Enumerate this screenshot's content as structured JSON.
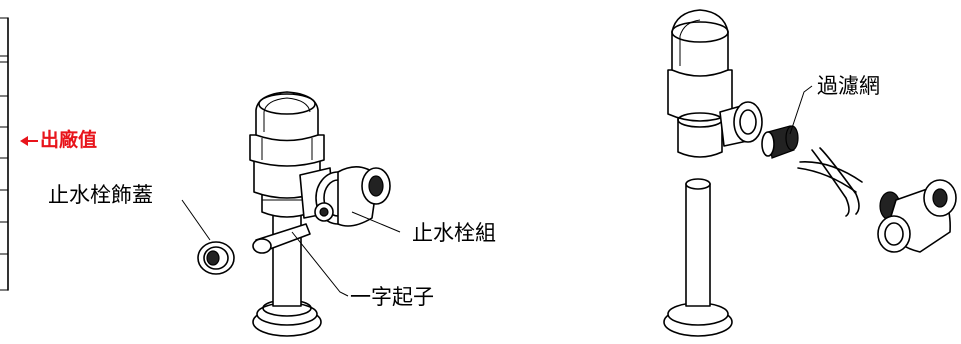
{
  "labels": {
    "factory_value": "出廠值",
    "valve_cover": "止水栓飾蓋",
    "valve_assembly": "止水栓組",
    "screwdriver": "一字起子",
    "filter_screen": "過濾網"
  },
  "colors": {
    "factory_value_text": "#e8141b",
    "line": "#000000",
    "background": "#ffffff"
  }
}
